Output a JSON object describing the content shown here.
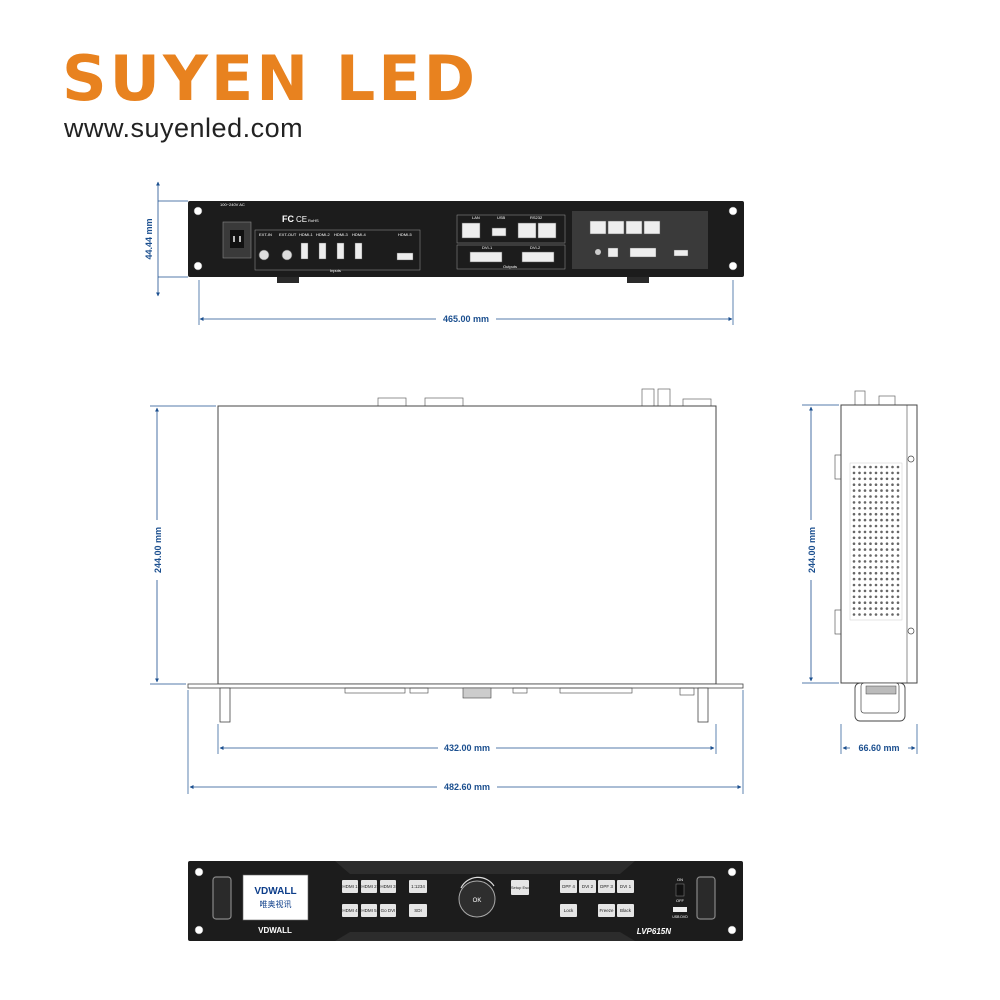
{
  "header": {
    "brand": "SUYEN LED",
    "website": "www.suyenled.com"
  },
  "rear_panel": {
    "power_label": "100~240V AC",
    "cert_fc": "FC",
    "cert_ce": "CE",
    "cert_rohs": "RoHS",
    "ports": [
      "EXT-IN",
      "EXT-OUT",
      "HDMI-1",
      "HDMI-2",
      "HDMI-3",
      "HDMI-4",
      "HDMI-5"
    ],
    "inputs_label": "Inputs",
    "outputs_label": "Outputs",
    "lan": "LAN",
    "usb": "USB",
    "rs232": "RS232",
    "dvi1": "DVI-1",
    "dvi2": "DVI-2"
  },
  "dimensions": {
    "rear_height": "44.44 mm",
    "rear_width": "465.00 mm",
    "top_depth": "244.00 mm",
    "top_inner_width": "432.00 mm",
    "top_outer_width": "482.60 mm",
    "side_depth": "244.00 mm",
    "side_height": "66.60 mm"
  },
  "front_panel": {
    "brand": "VDWALL",
    "brand_cn": "唯奥视讯",
    "bottom_brand": "VDWALL",
    "model": "LVP615N",
    "buttons_left": [
      "HDMI 1",
      "HDMI 2",
      "HDMI 3",
      "HDMI 4",
      "HDMI 5",
      "Go DVI"
    ],
    "buttons_mid": [
      "1:1234",
      "SDI"
    ],
    "knob_label": "OK",
    "setup_label": "Setup Esc",
    "buttons_right_top": [
      "DPF 4",
      "DVI 2",
      "DPF 3",
      "DVI 1"
    ],
    "buttons_right_bottom": [
      "Lock",
      "Freeze",
      "Black"
    ],
    "power_on": "ON",
    "power_off": "OFF",
    "usb_label": "USB DVD"
  },
  "colors": {
    "brand": "#e8821f",
    "dimension": "#1b4f8f",
    "panel": "#1c1c1c"
  }
}
